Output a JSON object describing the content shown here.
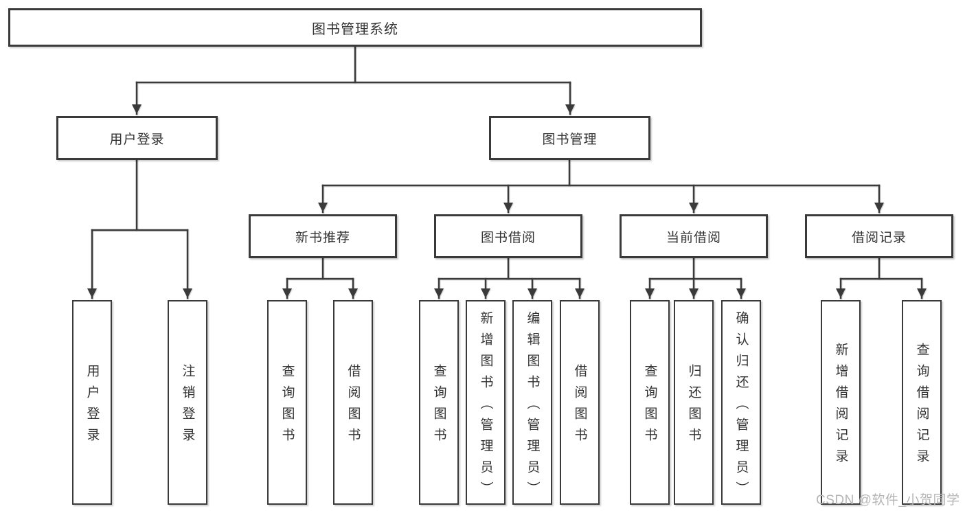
{
  "diagram_type": "hierarchy-tree",
  "colors": {
    "background": "#ffffff",
    "line": "#3a3a3a",
    "box_border": "#3a3a3a",
    "box_fill": "#ffffff",
    "text": "#333333",
    "watermark": "#b5b5b5"
  },
  "tree": {
    "root": "图书管理系统",
    "children": [
      {
        "label": "用户登录",
        "children": [
          "用户登录",
          "注销登录"
        ]
      },
      {
        "label": "图书管理",
        "children": [
          {
            "label": "新书推荐",
            "children": [
              "查询图书",
              "借阅图书"
            ]
          },
          {
            "label": "图书借阅",
            "children": [
              "查询图书",
              "新增图书（管理员）",
              "编辑图书（管理员）",
              "借阅图书"
            ]
          },
          {
            "label": "当前借阅",
            "children": [
              "查询图书",
              "归还图书",
              "确认归还（管理员）"
            ]
          },
          {
            "label": "借阅记录",
            "children": [
              "新增借阅记录",
              "查询借阅记录"
            ]
          }
        ]
      }
    ]
  },
  "watermark": {
    "text": "CSDN @软件_小贺同学"
  }
}
